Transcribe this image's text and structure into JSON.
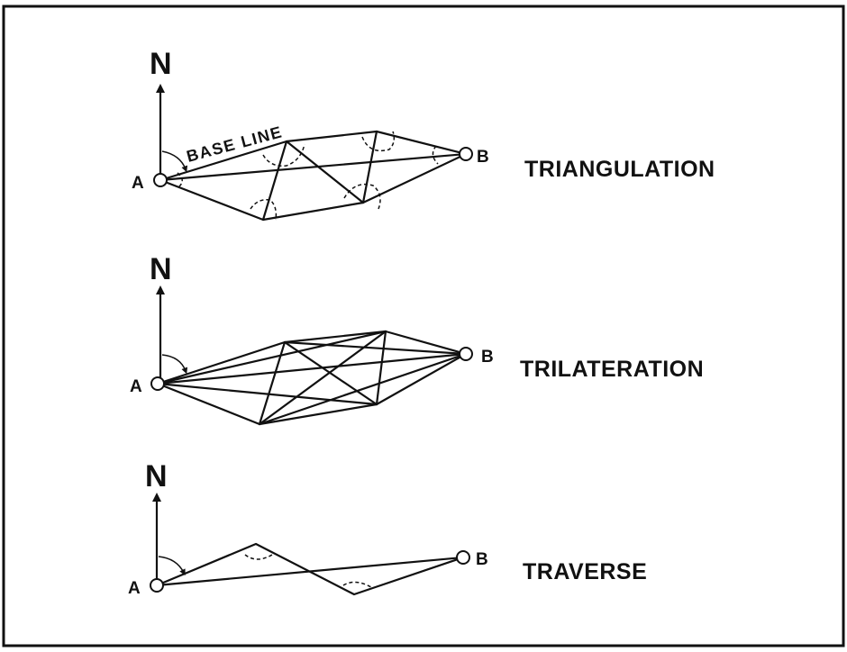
{
  "panels": [
    {
      "north_label": "N",
      "start_label": "A",
      "end_label": "B",
      "title": "TRIANGULATION",
      "baseline_label": "BASE LINE"
    },
    {
      "north_label": "N",
      "start_label": "A",
      "end_label": "B",
      "title": "TRILATERATION"
    },
    {
      "north_label": "N",
      "start_label": "A",
      "end_label": "B",
      "title": "TRAVERSE"
    }
  ]
}
